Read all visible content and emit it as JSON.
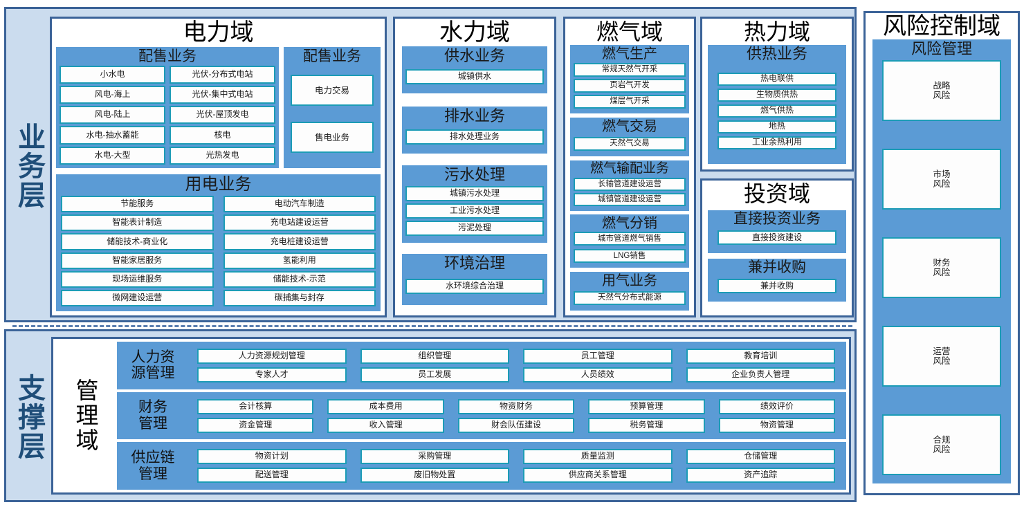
{
  "colors": {
    "frame_border": "#3B6398",
    "frame_fill": "#CBDCEE",
    "group_blue": "#5B9BD5",
    "item_border": "#1C9CB6",
    "item_fill": "#FDFDFD",
    "layer_label": "#1F4E79"
  },
  "layers": {
    "business": {
      "label": "业务层"
    },
    "support": {
      "label": "支撑层"
    }
  },
  "power_domain": {
    "title": "电力域",
    "generation_group": {
      "title": "配售业务",
      "col_left": [
        "小水电",
        "风电-海上",
        "风电-陆上",
        "水电-抽水蓄能",
        "水电-大型"
      ],
      "col_right": [
        "光伏-分布式电站",
        "光伏-集中式电站",
        "光伏-屋顶发电",
        "核电",
        "光热发电"
      ]
    },
    "trading_group": {
      "title": "配售业务",
      "items": [
        "电力交易",
        "售电业务"
      ]
    },
    "consumption_group": {
      "title": "用电业务",
      "col_left": [
        "节能服务",
        "智能表计制造",
        "储能技术-商业化",
        "智能家居服务",
        "现场运维服务",
        "微网建设运营"
      ],
      "col_right": [
        "电动汽车制造",
        "充电站建设运营",
        "充电桩建设运营",
        "氢能利用",
        "储能技术-示范",
        "碳捕集与封存"
      ]
    }
  },
  "water_domain": {
    "title": "水力域",
    "groups": [
      {
        "title": "供水业务",
        "items": [
          "城镇供水"
        ]
      },
      {
        "title": "排水业务",
        "items": [
          "排水处理业务"
        ]
      },
      {
        "title": "污水处理",
        "items": [
          "城镇污水处理",
          "工业污水处理",
          "污泥处理"
        ]
      },
      {
        "title": "环境治理",
        "items": [
          "水环境综合治理"
        ]
      }
    ]
  },
  "gas_domain": {
    "title": "燃气域",
    "groups": [
      {
        "title": "燃气生产",
        "items": [
          "常规天然气开采",
          "页岩气开发",
          "煤层气开采"
        ]
      },
      {
        "title": "燃气交易",
        "items": [
          "天然气交易"
        ]
      },
      {
        "title": "燃气输配业务",
        "items": [
          "长输管道建设运营",
          "城镇管道建设运营"
        ]
      },
      {
        "title": "燃气分销",
        "items": [
          "城市管道燃气销售",
          "LNG销售"
        ]
      },
      {
        "title": "用气业务",
        "items": [
          "天然气分布式能源"
        ]
      }
    ]
  },
  "thermal_domain": {
    "title": "热力域",
    "groups": [
      {
        "title": "供热业务",
        "items": [
          "热电联供",
          "生物质供热",
          "燃气供热",
          "地热",
          "工业余热利用"
        ]
      }
    ]
  },
  "investment_domain": {
    "title": "投资域",
    "groups": [
      {
        "title": "直接投资业务",
        "items": [
          "直接投资建设"
        ]
      },
      {
        "title": "兼并收购",
        "items": [
          "兼并收购"
        ]
      }
    ]
  },
  "risk_domain": {
    "title": "风险控制域",
    "group_title": "风险管理",
    "items": [
      "战略\n风险",
      "市场\n风险",
      "财务\n风险",
      "运营\n风险",
      "合规\n风险"
    ]
  },
  "management_domain": {
    "label": "管理域",
    "rows": [
      {
        "label": "人力资\n源管理",
        "cols": [
          [
            "人力资源规划管理",
            "专家人才"
          ],
          [
            "组织管理",
            "员工发展"
          ],
          [
            "员工管理",
            "人员绩效"
          ],
          [
            "教育培训",
            "企业负责人管理"
          ]
        ]
      },
      {
        "label": "财务\n管理",
        "cols": [
          [
            "会计核算",
            "资金管理"
          ],
          [
            "成本费用",
            "收入管理"
          ],
          [
            "物资财务",
            "财会队伍建设"
          ],
          [
            "预算管理",
            "税务管理"
          ],
          [
            "绩效评价",
            "物资管理"
          ]
        ]
      },
      {
        "label": "供应链\n管理",
        "cols": [
          [
            "物资计划",
            "配送管理"
          ],
          [
            "采购管理",
            "废旧物处置"
          ],
          [
            "质量监测",
            "供应商关系管理"
          ],
          [
            "仓储管理",
            "资产追踪"
          ]
        ]
      }
    ]
  }
}
